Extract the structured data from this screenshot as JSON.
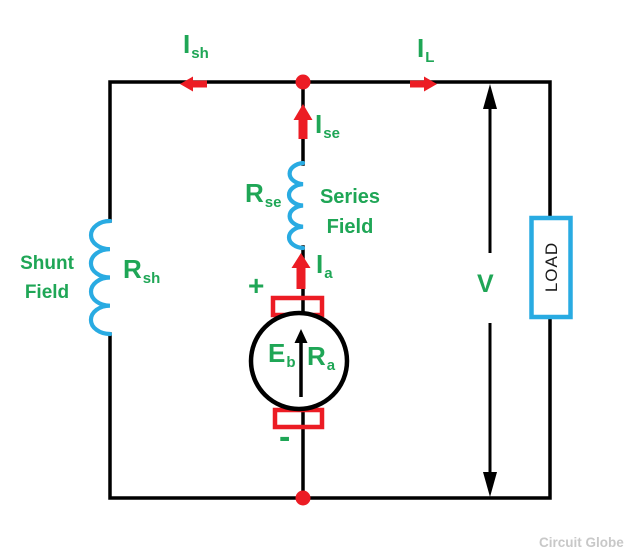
{
  "colors": {
    "label_green": "#1FA656",
    "current_red": "#EC1C24",
    "component_cyan": "#29ABE2",
    "wire_black": "#000000",
    "watermark_gray": "#C8C8C8"
  },
  "labels": {
    "i_sh": {
      "main": "I",
      "sub": "sh"
    },
    "i_l": {
      "main": "I",
      "sub": "L"
    },
    "i_se": {
      "main": "I",
      "sub": "se"
    },
    "i_a": {
      "main": "I",
      "sub": "a"
    },
    "r_se": {
      "main": "R",
      "sub": "se"
    },
    "r_sh": {
      "main": "R",
      "sub": "sh"
    },
    "r_a": {
      "main": "R",
      "sub": "a"
    },
    "e_b": {
      "main": "E",
      "sub": "b"
    },
    "series_field": {
      "line1": "Series",
      "line2": "Field"
    },
    "shunt_field": {
      "line1": "Shunt",
      "line2": "Field"
    },
    "polarity_plus": "+",
    "polarity_minus": "-",
    "voltage": "V",
    "load": "LOAD"
  },
  "watermark": "Circuit Globe"
}
